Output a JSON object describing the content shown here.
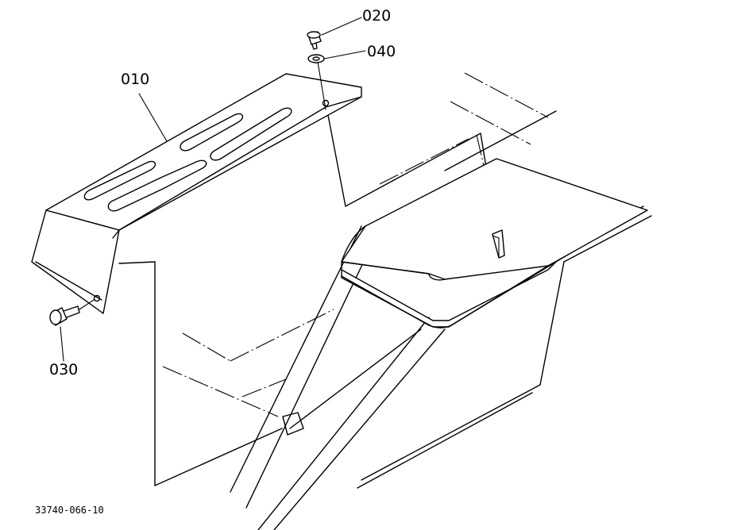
{
  "parts": [
    {
      "label": "010"
    },
    {
      "label": "020"
    },
    {
      "label": "030"
    },
    {
      "label": "040"
    }
  ],
  "drawing_code": "33740-066-10"
}
